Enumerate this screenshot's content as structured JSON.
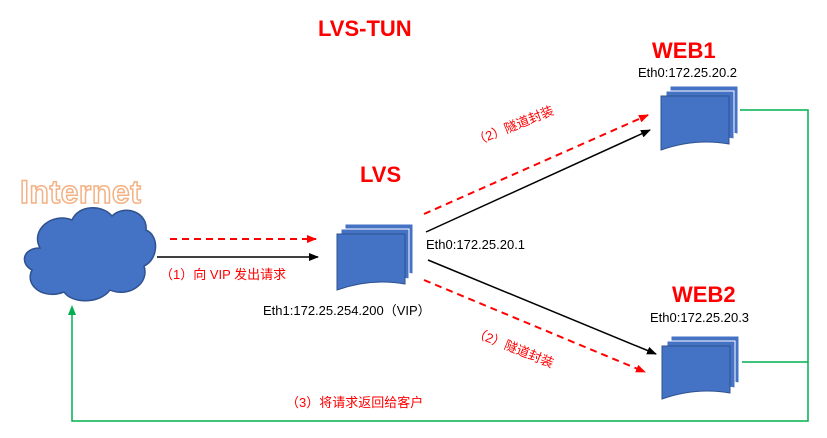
{
  "title": "LVS-TUN",
  "internet": {
    "label": "Internet"
  },
  "lvs": {
    "label": "LVS",
    "eth0": "Eth0:172.25.20.1",
    "eth1": "Eth1:172.25.254.200（VIP）"
  },
  "web1": {
    "label": "WEB1",
    "eth0": "Eth0:172.25.20.2"
  },
  "web2": {
    "label": "WEB2",
    "eth0": "Eth0:172.25.20.3"
  },
  "steps": {
    "s1": "（1）向 VIP 发出请求",
    "s2a": "（2）隧道封装",
    "s2b": "（2）隧道封装",
    "s3": "（3）将请求返回给客户"
  },
  "colors": {
    "accent_red": "#ff0000",
    "server_fill": "#4472c4",
    "server_stroke": "#2f528f",
    "cloud_fill": "#4472c4",
    "internet_text": "#f4b183",
    "return_line": "#00b050"
  },
  "icons": {
    "internet": "cloud-icon",
    "lvs": "server-stack-icon",
    "web1": "server-stack-icon",
    "web2": "server-stack-icon"
  }
}
